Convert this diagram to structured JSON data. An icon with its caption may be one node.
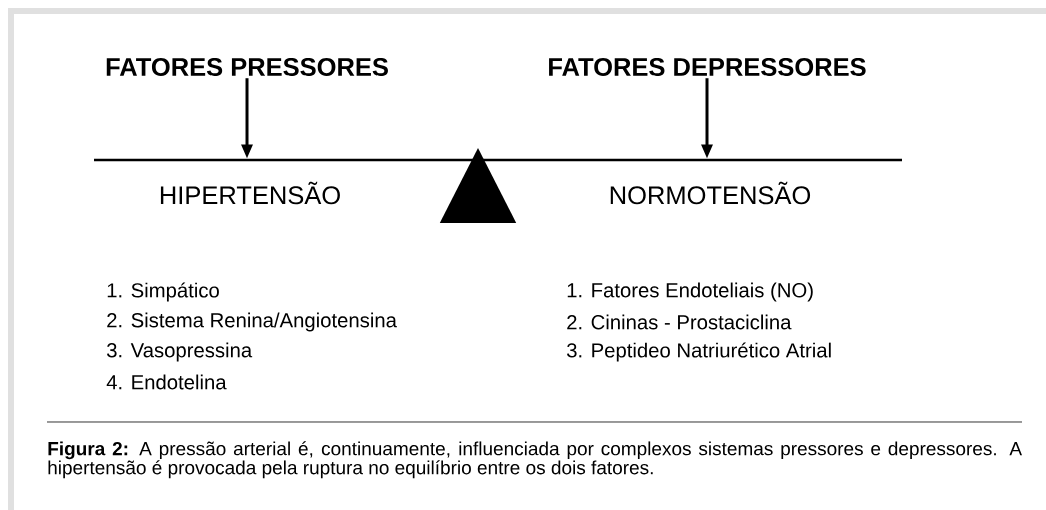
{
  "diagram": {
    "caption": "**Figura 2:** A pressão arterial é, continuamente, influenciada por complexos sistemas pressores e depressores.  A hipertensão é provocada pela ruptura no equilíbrio entre os dois fatores.",
    "nodes": [
      {
        "text": [
          "FATORES PRESSORES"
        ]
      },
      {
        "text": [
          "FATORES DEPRESSORES"
        ]
      },
      {
        "text": [],
        "shape": "bar"
      },
      {
        "text": [],
        "shape": "triangle"
      }
    ],
    "edges": [
      {
        "from": 0,
        "to": 2,
        "arrow": "to"
      },
      {
        "from": 1,
        "to": 2,
        "arrow": "to"
      }
    ],
    "labels": [
      "HIPERTENSÃO",
      "NORMOTENSÃO",
      "1. Simpático",
      "2. Sistema Renina/Angiotensina",
      "3. Vasopressina",
      "4. Endotelina",
      "1. Fatores Endoteliais (NO)",
      "2. Cininas - Prostaciclina",
      "3. Peptideo Natriurético Atrial"
    ]
  }
}
